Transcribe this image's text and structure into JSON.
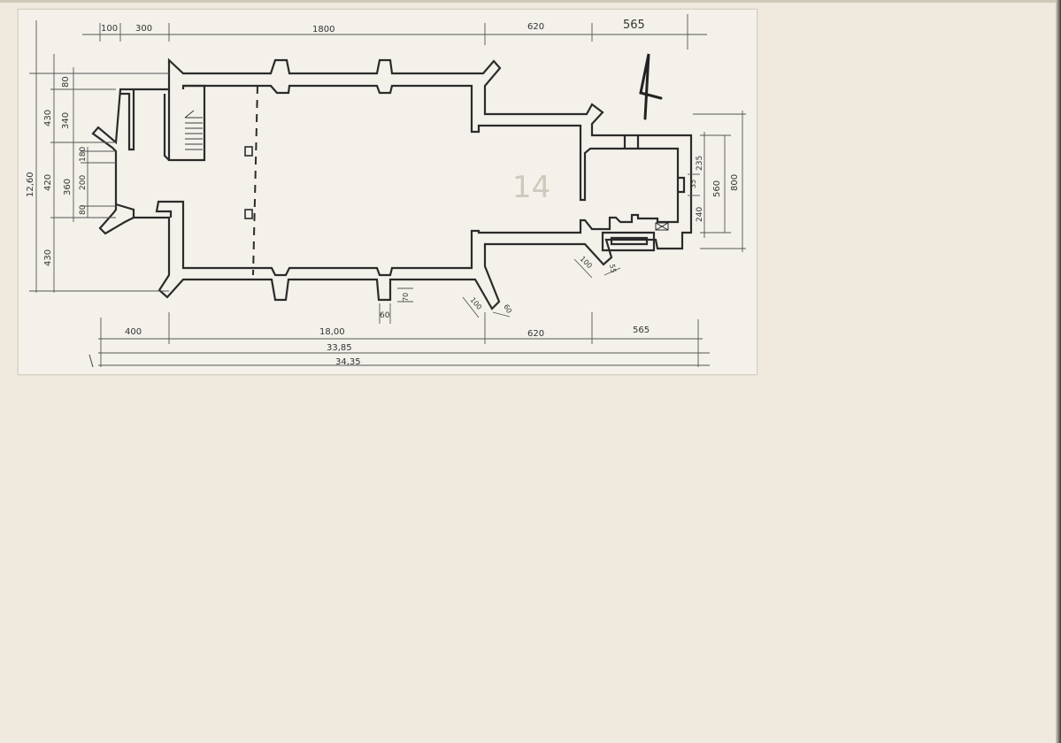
{
  "colors": {
    "wall": "#2b2b2b",
    "ink": "#3a3a3a",
    "pencil": "#c8c2b8",
    "paper": "#f3f1ea"
  },
  "dims": {
    "top": {
      "d100": "100",
      "d300": "300",
      "d1800": "1800",
      "d620": "620",
      "d565": "565"
    },
    "bottom": {
      "d400": "400",
      "d1800": "18,00",
      "d620": "620",
      "d565": "565",
      "total1": "33,85",
      "total2": "34,35"
    },
    "left": {
      "d80": "80",
      "d340": "340",
      "d430a": "430",
      "d1260": "12,60",
      "d420": "420",
      "d360": "360",
      "d180": "180",
      "d200": "200",
      "d80b": "80",
      "d430b": "430"
    },
    "right": {
      "d235": "235",
      "d35": "35",
      "d560": "560",
      "d240": "240",
      "d800": "800"
    },
    "details": {
      "d60": "60",
      "d70": "70",
      "d100": "100",
      "d60b": "60",
      "d100b": "100",
      "d55": "55"
    }
  },
  "pencil_mark": "14",
  "icons": [
    "north-arrow-icon",
    "stair-icon"
  ]
}
